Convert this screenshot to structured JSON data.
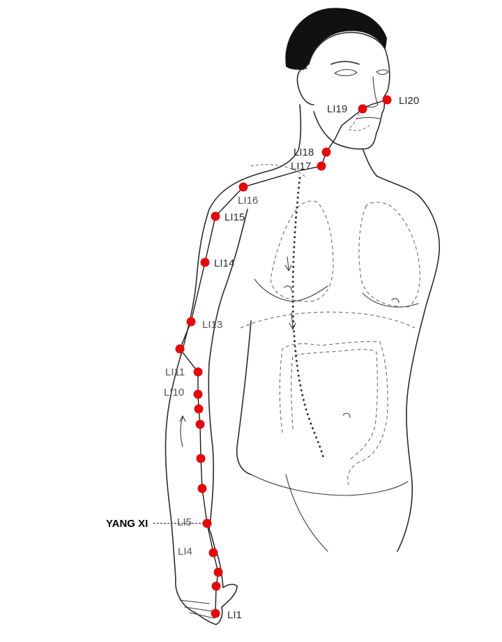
{
  "labels": {
    "li20": "LI20",
    "li19": "LI19",
    "li18": "LI18",
    "li17": "LI17",
    "li16": "LI16",
    "li15": "LI15",
    "li14": "LI14",
    "li13": "LI13",
    "li11": "LI11",
    "li10": "LI10",
    "li5": "LI5",
    "li4": "LI4",
    "li1": "LI1",
    "yang_xi": "YANG XI"
  },
  "colors": {
    "acupoint": "#e10b0b",
    "hair": "#111111"
  }
}
